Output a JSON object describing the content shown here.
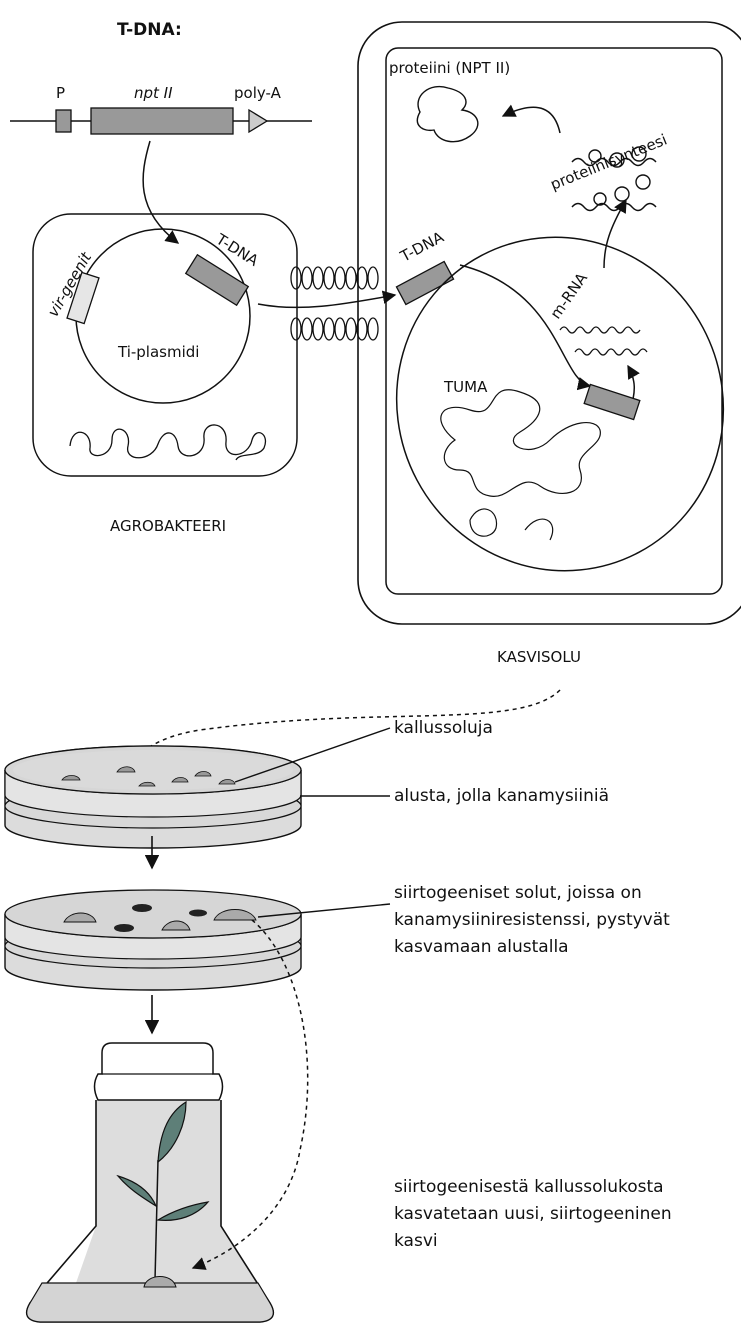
{
  "tdna_construct": {
    "title": "T-DNA:",
    "promoter_label": "P",
    "gene_label": "npt II",
    "polya_label": "poly-A"
  },
  "agrobacterium": {
    "name": "AGROBAKTEERI",
    "plasmid_label": "Ti-plasmidi",
    "tdna_label": "T-DNA",
    "vir_label": "vir-geenit"
  },
  "plant_cell": {
    "name": "KASVISOLU",
    "protein_label": "proteiini (NPT II)",
    "synthesis_label": "proteiinisynteesi",
    "tdna_label": "T-DNA",
    "nucleus_label": "TUMA",
    "mrna_label": "m-RNA"
  },
  "culture": {
    "callus_label": "kallussoluja",
    "medium_label": "alusta, jolla kanamysiiniä",
    "transgenic_line1": "siirtogeeniset solut, joissa on",
    "transgenic_line2": "kanamysiiniresistenssi, pystyvät",
    "transgenic_line3": "kasvamaan alustalla",
    "plant_line1": "siirtogeenisestä kallussolukosta",
    "plant_line2": "kasvatetaan uusi, siirtogeeninen",
    "plant_line3": "kasvi"
  },
  "colors": {
    "stroke": "#111111",
    "gene_gray": "#999999",
    "light_gray": "#dcdcdc",
    "medium_gray": "#cfcfcf",
    "leaf": "#5e7f78",
    "callus_dark": "#222222"
  }
}
